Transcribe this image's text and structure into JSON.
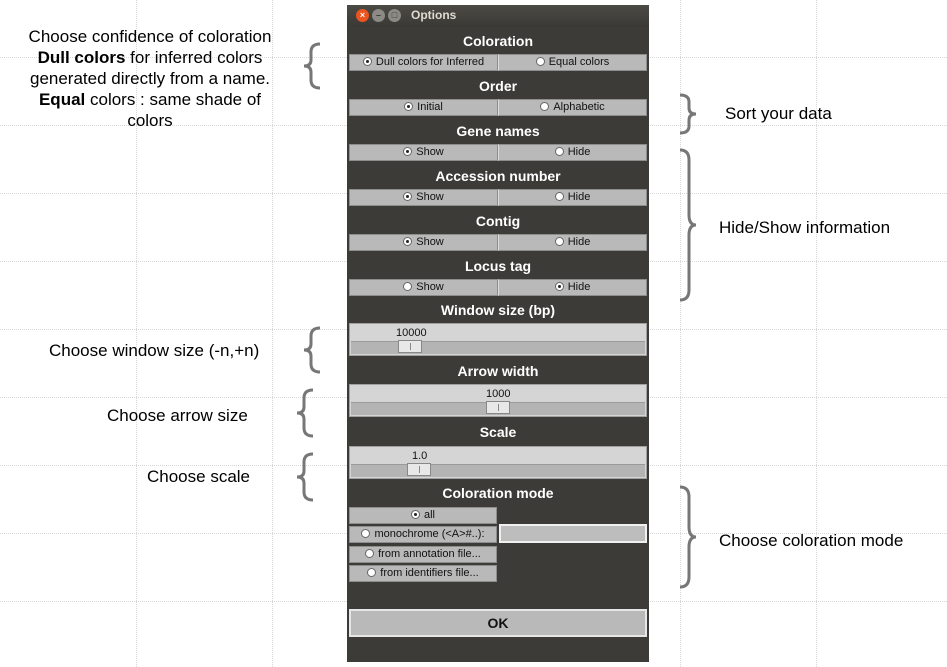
{
  "window": {
    "title": "Options",
    "controls": [
      "close-icon",
      "minimize-icon",
      "maximize-icon"
    ]
  },
  "sections": {
    "coloration": {
      "title": "Coloration",
      "options": [
        "Dull colors for Inferred",
        "Equal colors"
      ],
      "selected": 0
    },
    "order": {
      "title": "Order",
      "options": [
        "Initial",
        "Alphabetic"
      ],
      "selected": 0
    },
    "gene_names": {
      "title": "Gene names",
      "options": [
        "Show",
        "Hide"
      ],
      "selected": 0
    },
    "accession_number": {
      "title": "Accession number",
      "options": [
        "Show",
        "Hide"
      ],
      "selected": 0
    },
    "contig": {
      "title": "Contig",
      "options": [
        "Show",
        "Hide"
      ],
      "selected": 0
    },
    "locus_tag": {
      "title": "Locus tag",
      "options": [
        "Show",
        "Hide"
      ],
      "selected": 1
    }
  },
  "sliders": {
    "window_size": {
      "title": "Window size (bp)",
      "value": "10000",
      "level": 0.2
    },
    "arrow_width": {
      "title": "Arrow width",
      "value": "1000",
      "level": 0.5
    },
    "scale": {
      "title": "Scale",
      "value": "1.0",
      "level": 0.23
    }
  },
  "coloration_mode": {
    "title": "Coloration mode",
    "options": [
      "all",
      "monochrome (<A>#..):",
      "from annotation file...",
      "from identifiers file..."
    ],
    "selected": 0,
    "monochrome_value": ""
  },
  "ok_label": "OK",
  "annotations": {
    "coloration_line1": "Choose confidence of coloration",
    "coloration_line2_bold": "Dull colors",
    "coloration_line2_rest": " for inferred colors",
    "coloration_line3": "generated directly from a name.",
    "coloration_line4_bold": "Equal",
    "coloration_line4_rest": " colors : same shade of",
    "coloration_line5": "colors",
    "sort": "Sort your data",
    "hide_show": "Hide/Show information",
    "window_size": "Choose window size (-n,+n)",
    "arrow_size": "Choose arrow size",
    "scale": "Choose scale",
    "coloration_mode": "Choose coloration mode"
  },
  "colors": {
    "window_bg": "#3c3b37",
    "close_button": "#e95420",
    "control_bg": "#b9b9b9"
  }
}
